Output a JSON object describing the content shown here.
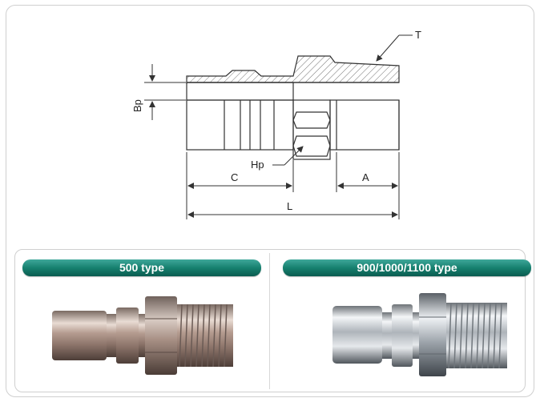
{
  "drawing": {
    "labels": {
      "t": "T",
      "bp": "Bp",
      "hp": "Hp",
      "c": "C",
      "a": "A",
      "l": "L"
    }
  },
  "panels": [
    {
      "title": "500 type"
    },
    {
      "title": "900/1000/1100 type"
    }
  ],
  "colors": {
    "banner_top": "#3fa79a",
    "banner_bottom": "#0b5c50",
    "panel_border": "#cfcfcf",
    "drawing_line": "#333333"
  }
}
